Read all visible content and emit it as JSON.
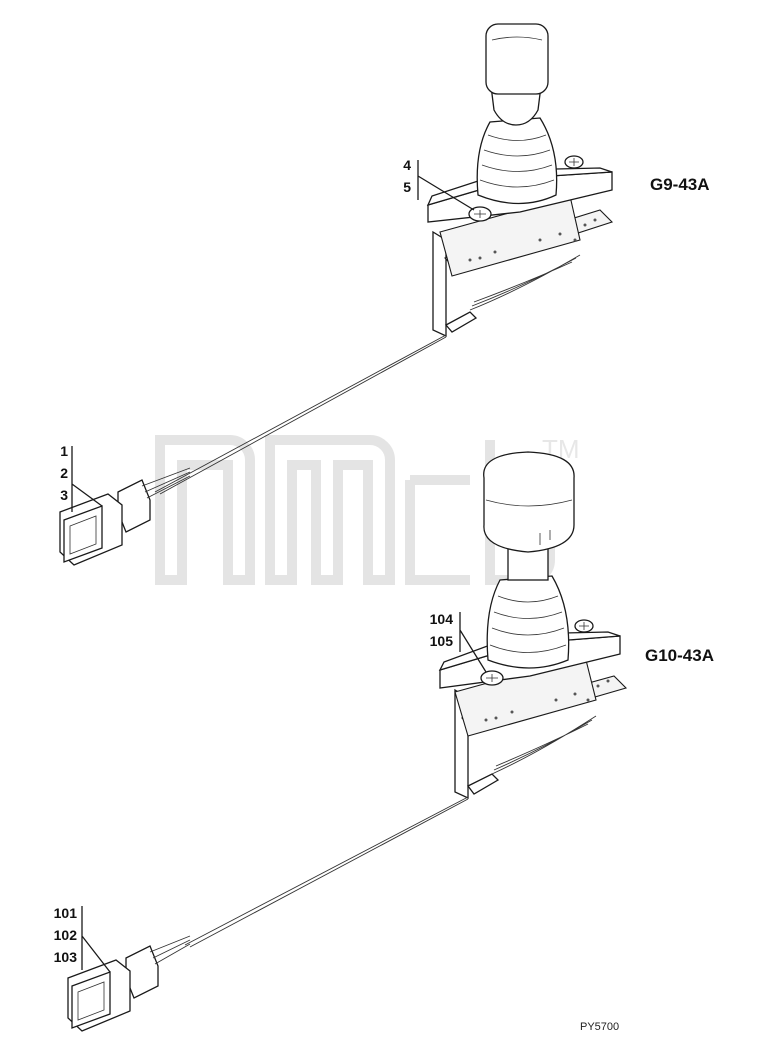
{
  "assemblies": [
    {
      "code": "G9-43A",
      "screw_refs": [
        "4",
        "5"
      ],
      "connector_refs": [
        "1",
        "2",
        "3"
      ]
    },
    {
      "code": "G10-43A",
      "screw_refs": [
        "104",
        "105"
      ],
      "connector_refs": [
        "101",
        "102",
        "103"
      ]
    }
  ],
  "watermark": {
    "trademark": "TM"
  },
  "drawing_ref": "PY5700"
}
